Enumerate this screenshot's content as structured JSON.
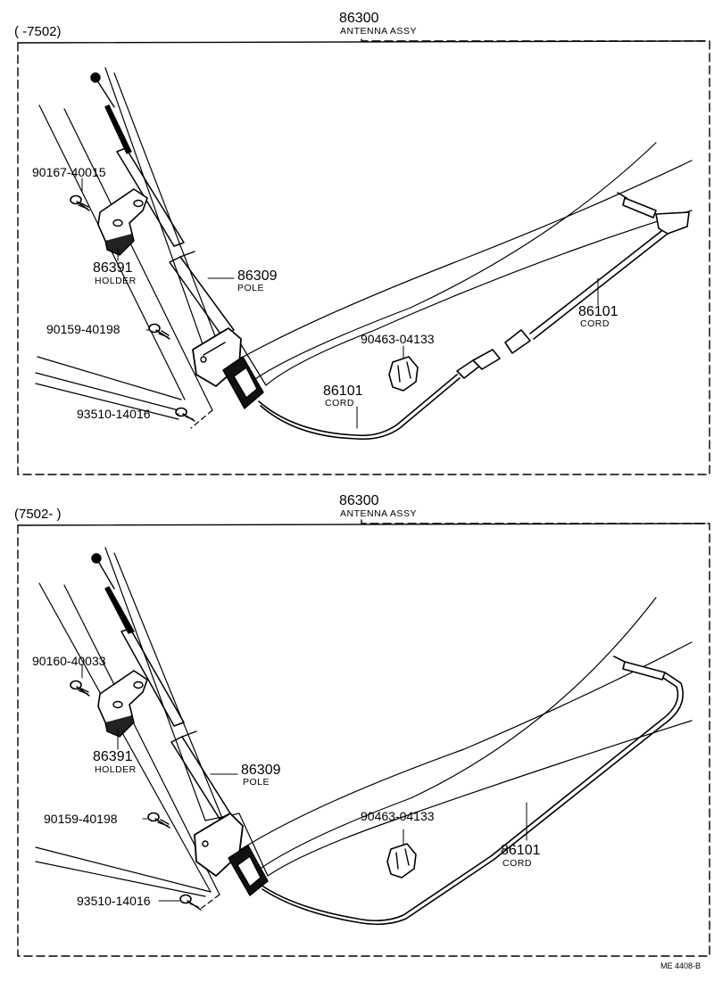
{
  "diagrams": [
    {
      "range": "(        -7502)",
      "assy_number": "86300",
      "assy_name": "ANTENNA ASSY",
      "parts": {
        "screw_a": "90167-40015",
        "holder_no": "86391",
        "holder_name": "HOLDER",
        "screw_b": "90159-40198",
        "screw_c": "93510-14016",
        "pole_no": "86309",
        "pole_name": "POLE",
        "clamp": "90463-04133",
        "cord_upper_no": "86101",
        "cord_upper_name": "CORD",
        "cord_lower_no": "86101",
        "cord_lower_name": "CORD"
      }
    },
    {
      "range": "(7502-        )",
      "assy_number": "86300",
      "assy_name": "ANTENNA ASSY",
      "parts": {
        "screw_a": "90160-40033",
        "holder_no": "86391",
        "holder_name": "HOLDER",
        "screw_b": "90159-40198",
        "screw_c": "93510-14016",
        "pole_no": "86309",
        "pole_name": "POLE",
        "clamp": "90463-04133",
        "cord_no": "86101",
        "cord_name": "CORD"
      }
    }
  ],
  "footer_code": "ME 4408-B"
}
